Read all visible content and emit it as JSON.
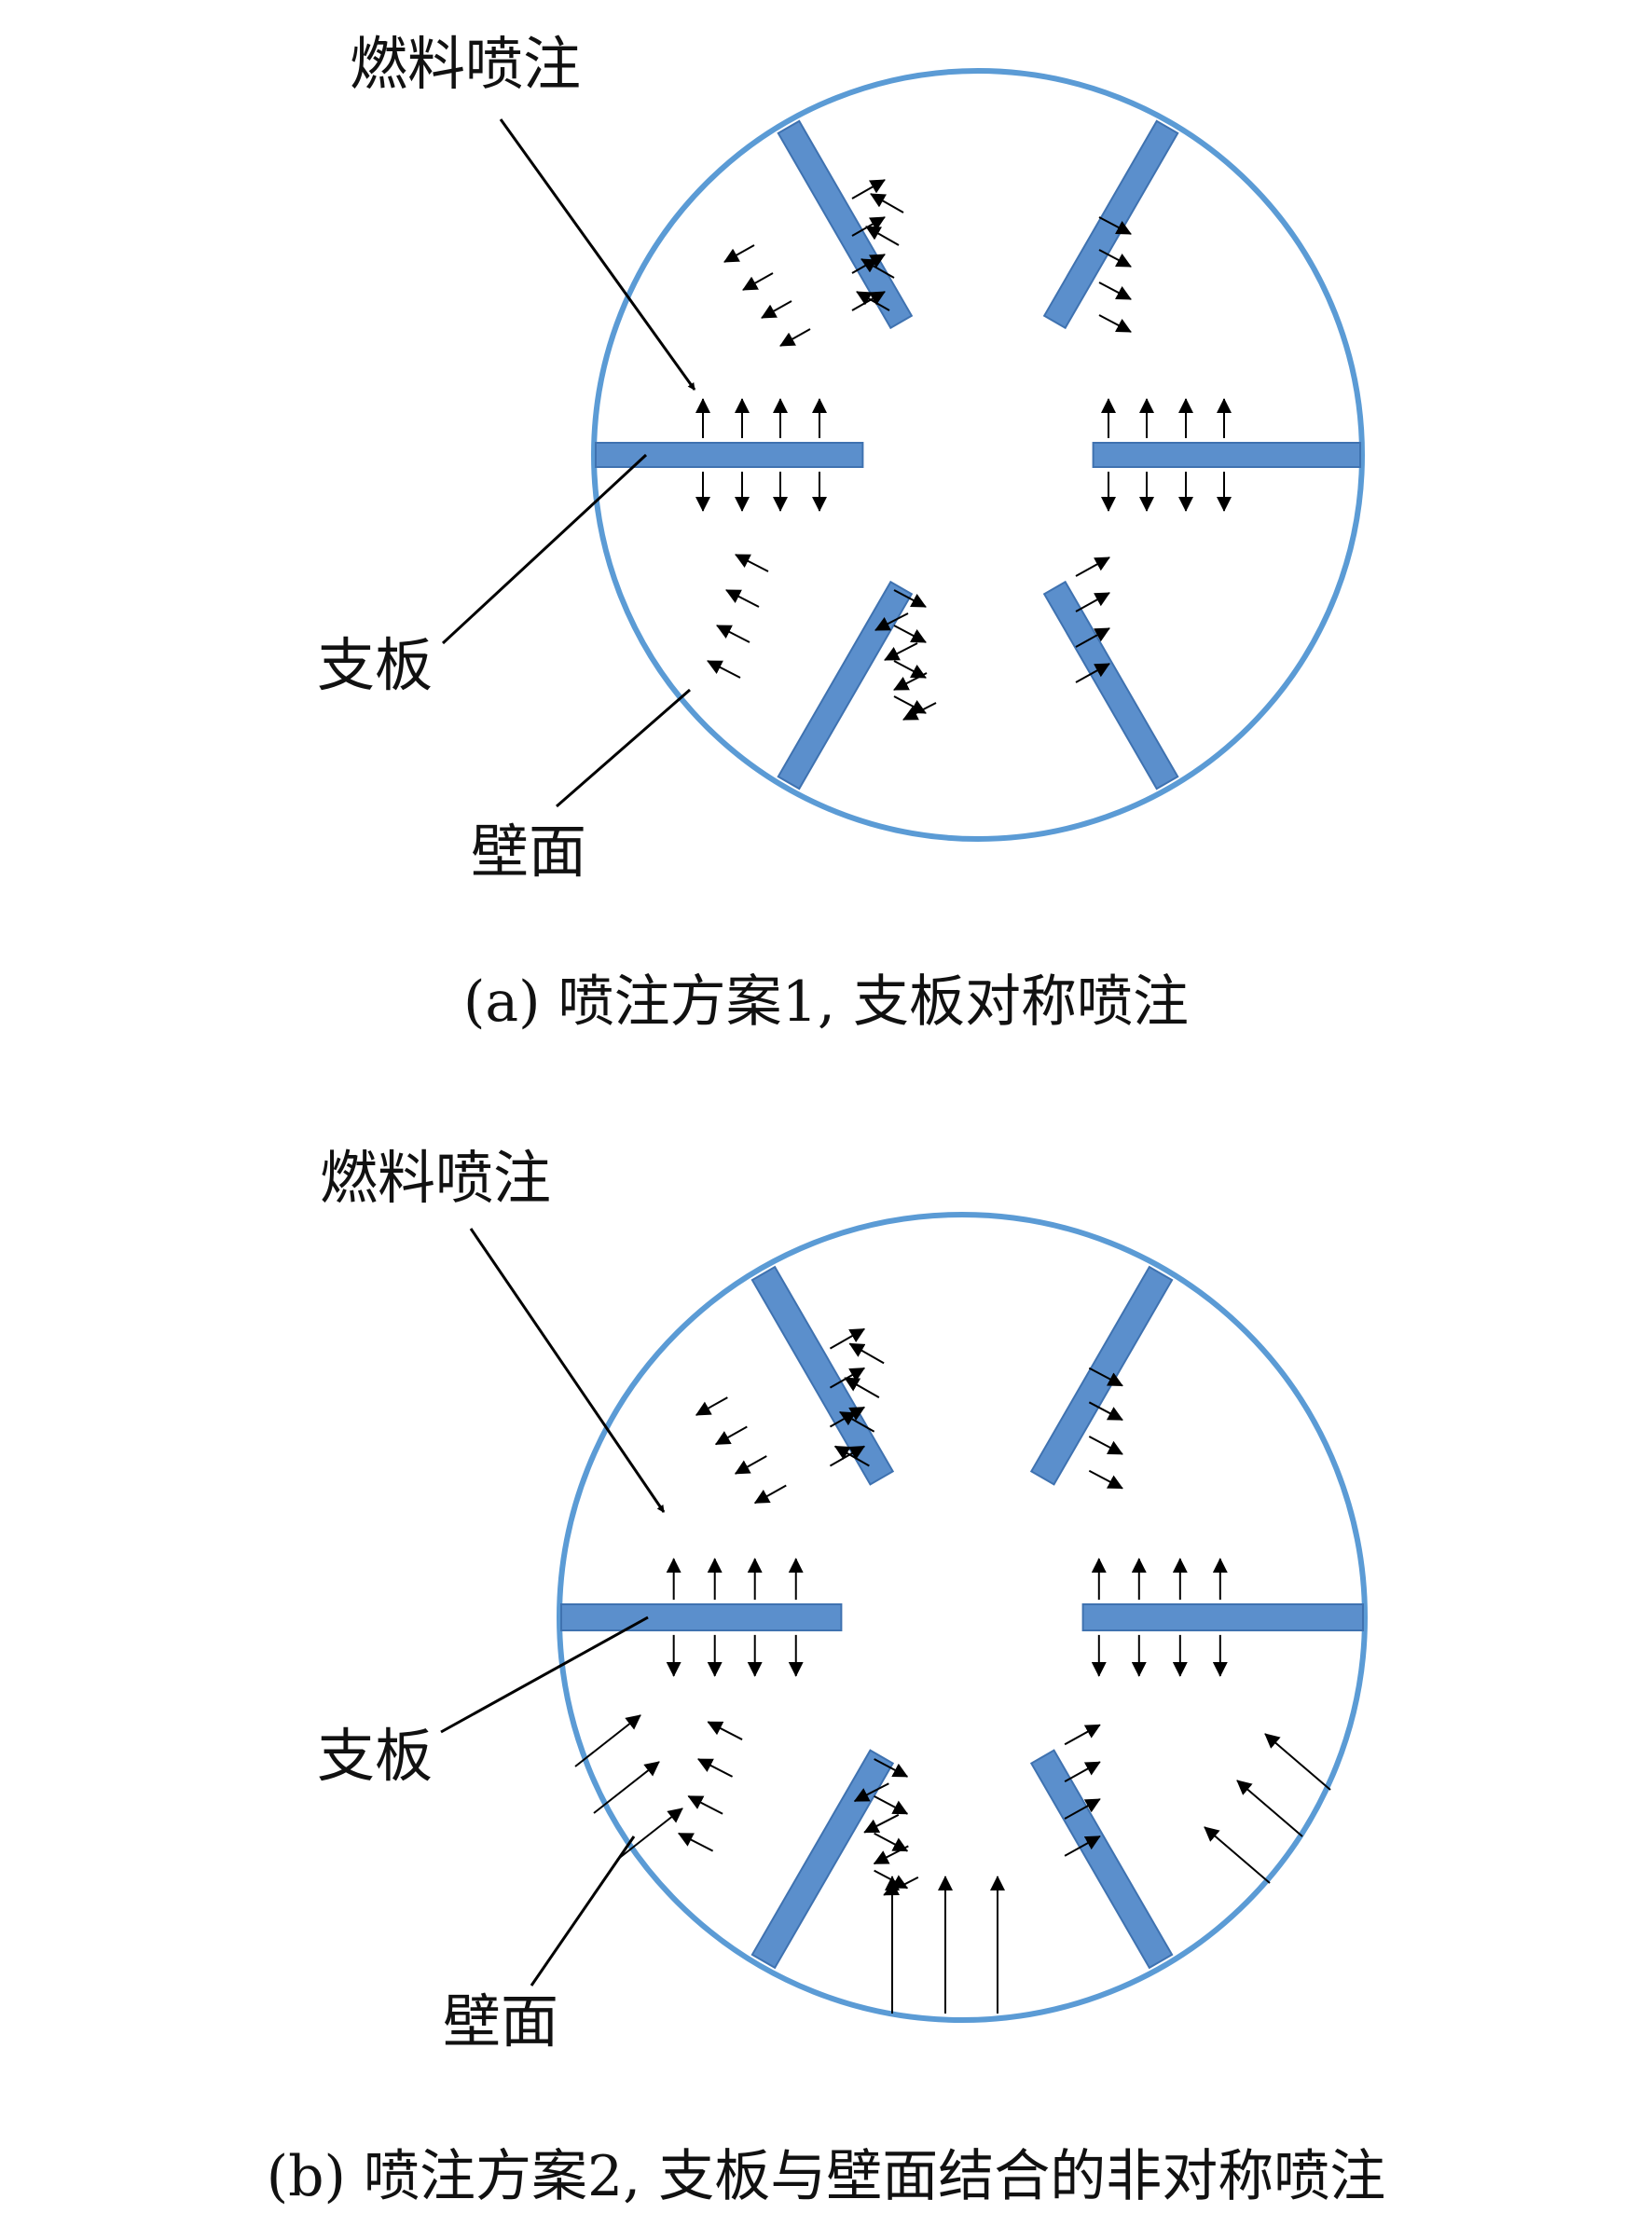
{
  "colors": {
    "strut": "#5B8FCC",
    "strut_edge": "#3F72B0",
    "wall": "#5B9BD5",
    "arrow": "#000000",
    "leader": "#000000"
  },
  "diagram_a": {
    "labels": {
      "fuel": "燃料喷注",
      "strut": "支板",
      "wall": "壁面"
    },
    "caption": "(a) 喷注方案1, 支板对称喷注"
  },
  "diagram_b": {
    "labels": {
      "fuel": "燃料喷注",
      "strut": "支板",
      "wall": "壁面"
    },
    "caption": "(b) 喷注方案2, 支板与壁面结合的非对称喷注"
  }
}
